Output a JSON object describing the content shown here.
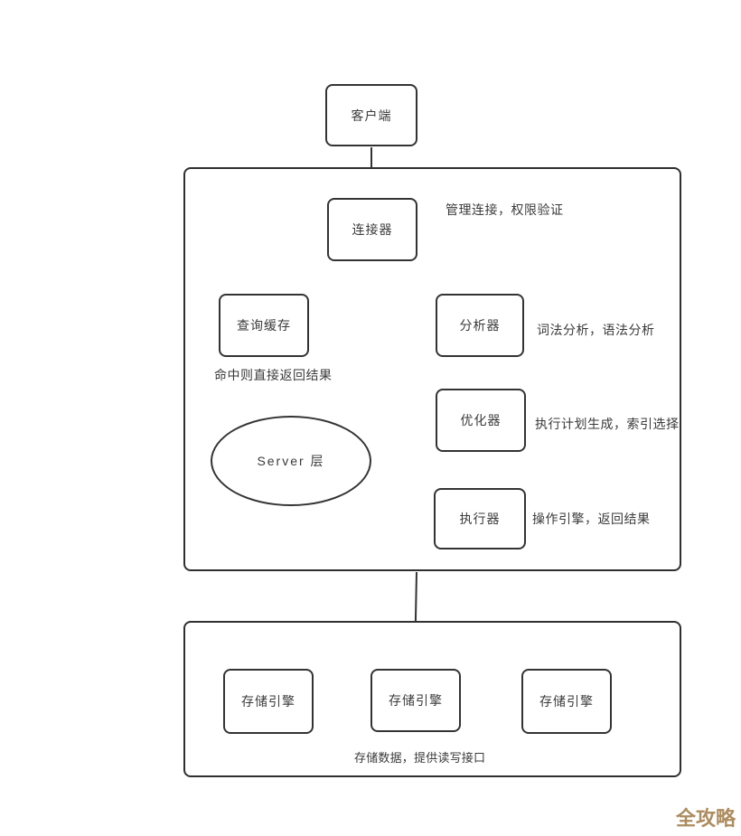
{
  "diagram": {
    "background_color": "#ffffff",
    "line_color": "#333333",
    "text_color": "#3a3a3a",
    "nodes": {
      "client": {
        "label": "客户端"
      },
      "connector": {
        "label": "连接器"
      },
      "query_cache": {
        "label": "查询缓存"
      },
      "analyzer": {
        "label": "分析器"
      },
      "optimizer": {
        "label": "优化器"
      },
      "executor": {
        "label": "执行器"
      },
      "server_layer": {
        "label": "Server 层"
      },
      "storage_engine_1": {
        "label": "存储引擎"
      },
      "storage_engine_2": {
        "label": "存储引擎"
      },
      "storage_engine_3": {
        "label": "存储引擎"
      }
    },
    "annotations": {
      "connector_note": "管理连接，权限验证",
      "analyzer_note": "词法分析，语法分析",
      "query_cache_note": "命中则直接返回结果",
      "optimizer_note": "执行计划生成，索引选择",
      "executor_note": "操作引擎，返回结果",
      "storage_note": "存储数据，提供读写接口"
    },
    "watermark": {
      "text": "全攻略",
      "color": "#ad8c5f"
    }
  }
}
